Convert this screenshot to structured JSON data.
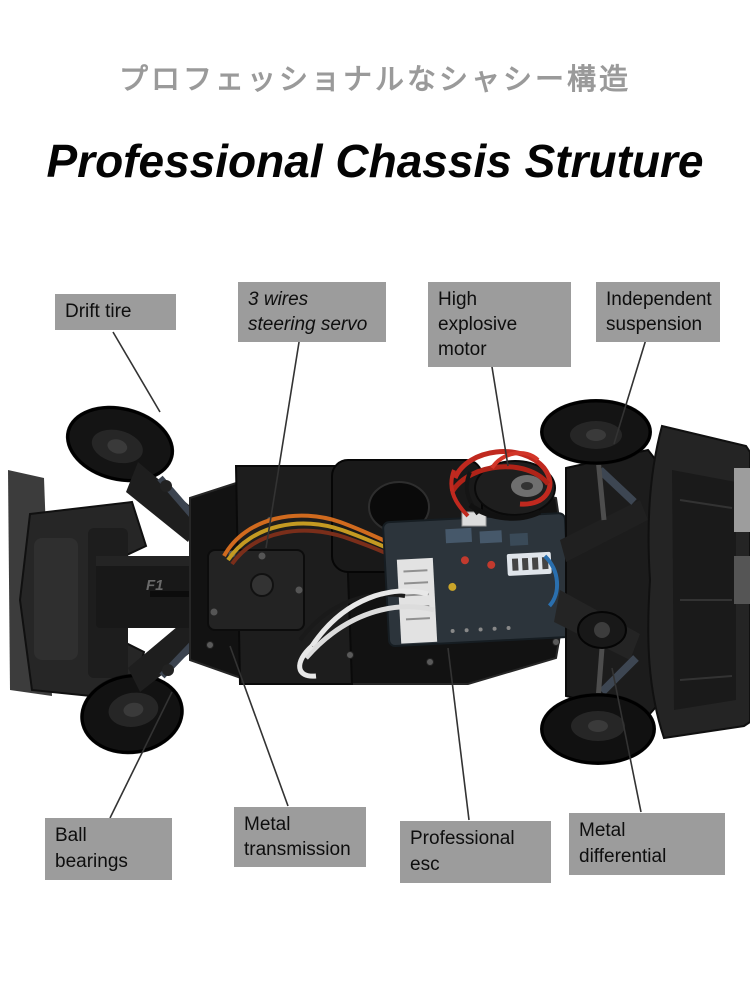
{
  "header": {
    "subtitle_jp": "プロフェッショナルなシャシー構造",
    "title": "Professional Chassis Struture"
  },
  "callouts": {
    "drift_tire": "Drift tire",
    "servo_line1": "3 wires",
    "servo_line2": "steering servo",
    "motor_line1": "High explosive",
    "motor_line2": "motor",
    "suspension_line1": "Independent",
    "suspension_line2": "suspension",
    "ball_bearings": "Ball bearings",
    "transmission_line1": "Metal",
    "transmission_line2": "transmission",
    "esc": "Professional esc",
    "differential": "Metal differential"
  },
  "chassis": {
    "marking": "F1"
  },
  "colors": {
    "label_bg": "#9c9c9c",
    "subtitle_gray": "#9a9a9a",
    "title_black": "#040404",
    "callout_line": "#333333",
    "wire_red": "#c0291f",
    "wire_orange": "#d06a1e",
    "wire_yellow": "#c49a22",
    "wire_white": "#e8e8e8",
    "pcb": "#2c343b"
  }
}
